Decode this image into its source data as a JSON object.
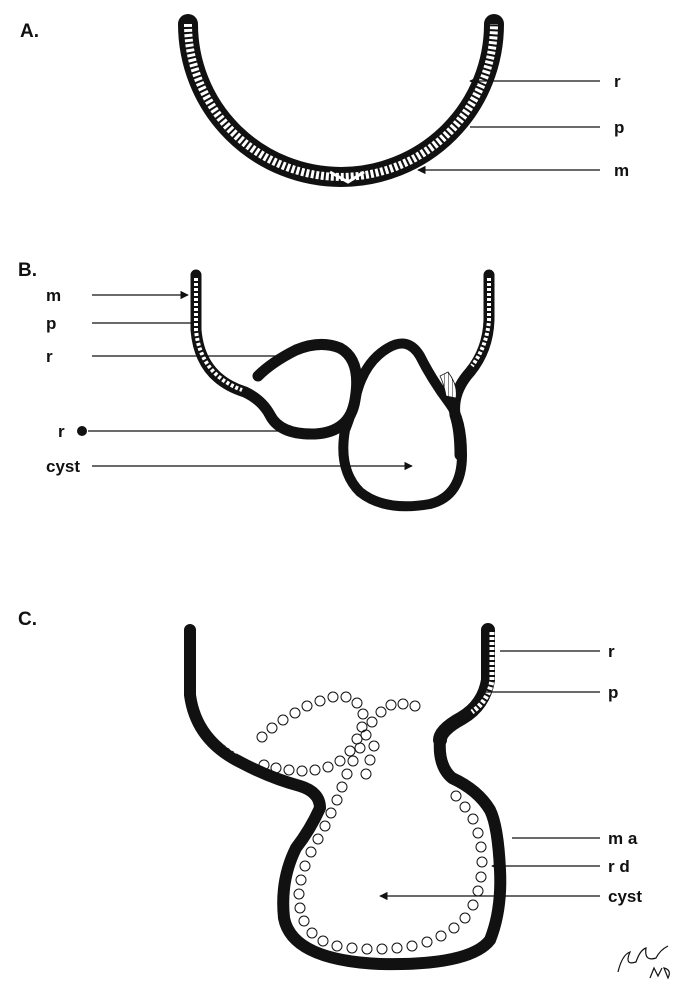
{
  "panels": [
    {
      "id": "A",
      "letter": "A.",
      "labels": [
        "r",
        "p",
        "m"
      ]
    },
    {
      "id": "B",
      "letter": "B.",
      "labels": [
        "m",
        "p",
        "r",
        "r",
        "cyst"
      ]
    },
    {
      "id": "C",
      "letter": "C.",
      "labels": [
        "r",
        "p",
        "m a",
        "r d",
        "cyst"
      ]
    }
  ],
  "signature": "Pallaste MD",
  "colors": {
    "ink": "#111111",
    "background": "#ffffff"
  }
}
